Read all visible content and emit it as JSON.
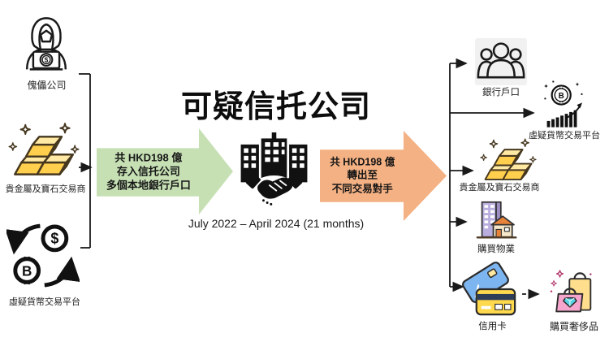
{
  "title": "可疑信托公司",
  "timeline": "July 2022 – April 2024 (21 months)",
  "flows": {
    "inflow": {
      "line1": "共  HKD198 億",
      "line2": "存入信托公司",
      "line3": "多個本地銀行戶口",
      "color": "#c6e0b4"
    },
    "outflow": {
      "line1": "共  HKD198 億",
      "line2": "轉出至",
      "line3": "不同交易對手",
      "color": "#f4b183"
    }
  },
  "center": {
    "icon": "trust-company-buildings-handshake-icon"
  },
  "sources": [
    {
      "label": "傀儡公司",
      "icon": "hooded-figure-laptop-icon"
    },
    {
      "label": "貴金屬及寶石交易商",
      "icon": "gold-bars-icon"
    },
    {
      "label": "虛疑貨幣交易平台",
      "icon": "crypto-exchange-icon"
    }
  ],
  "destinations": [
    {
      "label": "銀行戶口",
      "icon": "people-group-icon"
    },
    {
      "label": "虛疑貨幣交易平台",
      "icon": "bitcoin-chart-icon"
    },
    {
      "label": "貴金屬及寶石交易商",
      "icon": "gold-bars-icon"
    },
    {
      "label": "購買物業",
      "icon": "property-buildings-icon"
    },
    {
      "label": "信用卡",
      "icon": "credit-cards-icon"
    },
    {
      "label": "購買奢侈品",
      "icon": "shopping-bags-icon"
    }
  ],
  "colors": {
    "inflow_arrow": "#c6e0b4",
    "outflow_arrow": "#f4b183",
    "line": "#1a1a1a",
    "gold": "#ffcf4d"
  }
}
